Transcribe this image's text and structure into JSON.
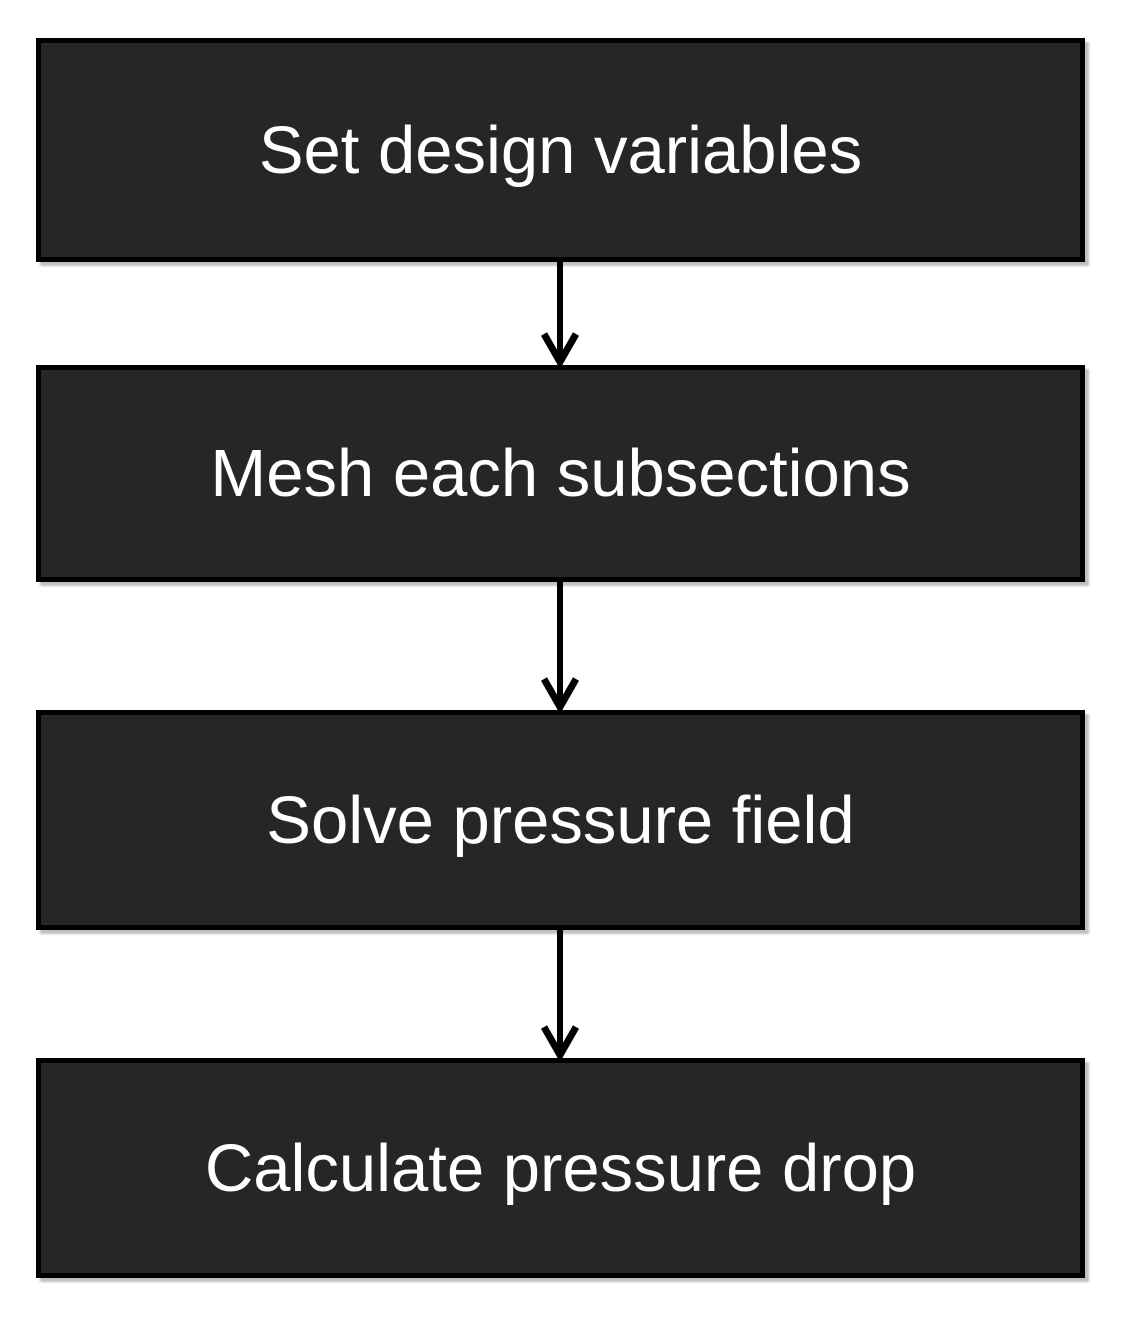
{
  "diagram": {
    "type": "flowchart",
    "direction": "top-to-bottom",
    "steps": [
      {
        "id": 1,
        "label": "Set design variables"
      },
      {
        "id": 2,
        "label": "Mesh each subsections"
      },
      {
        "id": 3,
        "label": "Solve pressure field"
      },
      {
        "id": 4,
        "label": "Calculate pressure drop"
      }
    ],
    "connections": [
      {
        "from": 1,
        "to": 2,
        "style": "arrow-down"
      },
      {
        "from": 2,
        "to": 3,
        "style": "arrow-down"
      },
      {
        "from": 3,
        "to": 4,
        "style": "arrow-down"
      }
    ],
    "colors": {
      "background": "#ffffff",
      "box_fill": "#262626",
      "box_border": "#000000",
      "text": "#ffffff",
      "arrow": "#000000"
    }
  }
}
